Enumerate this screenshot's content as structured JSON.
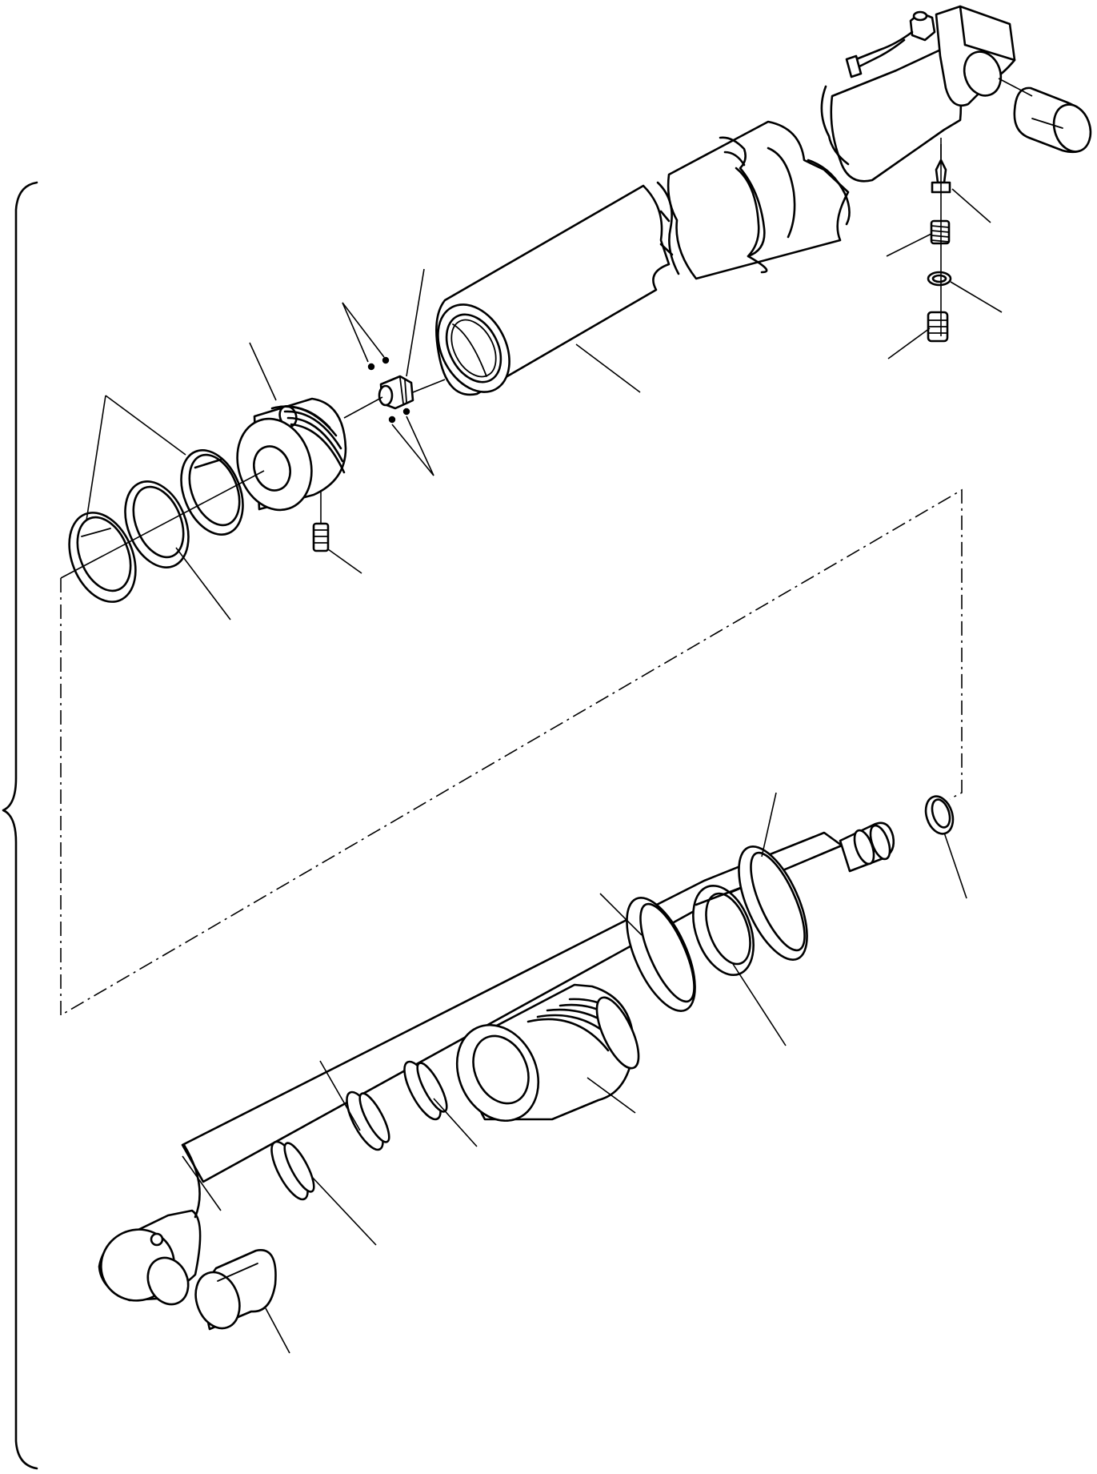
{
  "figure": {
    "bracket_color": "#000000",
    "background_color": "#ffffff",
    "parts": [
      {
        "id": "cylinder-tube",
        "icon": "cylinder-barrel-icon"
      },
      {
        "id": "cylinder-bushing",
        "icon": "bushing-icon"
      },
      {
        "id": "grease-fitting",
        "icon": "grease-nipple-icon"
      },
      {
        "id": "check-spring",
        "icon": "spring-icon"
      },
      {
        "id": "check-washer",
        "icon": "washer-icon"
      },
      {
        "id": "check-plug",
        "icon": "plug-icon"
      },
      {
        "id": "hose-tube",
        "icon": "hydraulic-line-icon"
      },
      {
        "id": "piston",
        "icon": "piston-icon"
      },
      {
        "id": "piston-set-screw",
        "icon": "set-screw-icon"
      },
      {
        "id": "piston-rings",
        "icon": "seal-ring-icon"
      },
      {
        "id": "cushion-plunger",
        "icon": "plunger-icon"
      },
      {
        "id": "steel-balls",
        "icon": "ball-icon"
      },
      {
        "id": "piston-rod",
        "icon": "piston-rod-icon"
      },
      {
        "id": "rod-bushing",
        "icon": "bushing-icon"
      },
      {
        "id": "cylinder-head",
        "icon": "gland-icon"
      },
      {
        "id": "head-seals",
        "icon": "seal-ring-icon"
      },
      {
        "id": "o-ring",
        "icon": "o-ring-icon"
      }
    ]
  }
}
